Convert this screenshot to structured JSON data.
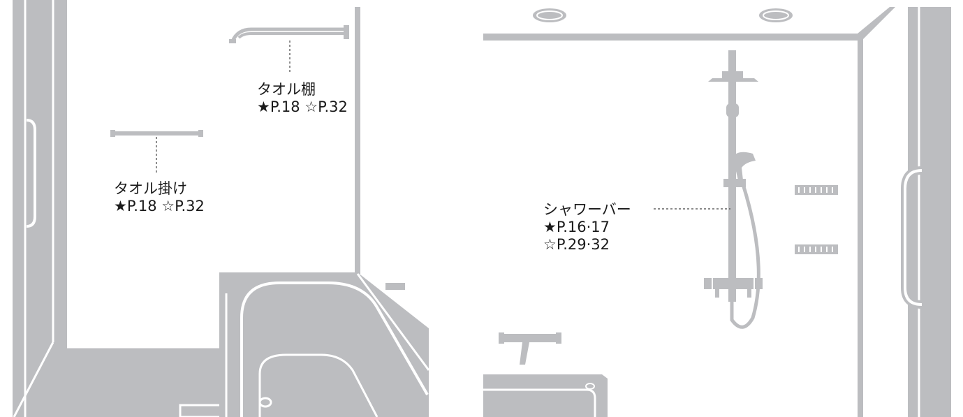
{
  "callouts": {
    "towel_shelf": {
      "name": "タオル棚",
      "refs": "★P.18 ☆P.32"
    },
    "towel_bar": {
      "name": "タオル掛け",
      "refs": "★P.18 ☆P.32"
    },
    "shower_bar": {
      "name": "シャワーバー",
      "refs_1": "★P.16·17",
      "refs_2": "☆P.29·32"
    }
  },
  "colors": {
    "wall_gray": "#bcbdc0",
    "line_white": "#ffffff",
    "text": "#1a1a1a"
  }
}
